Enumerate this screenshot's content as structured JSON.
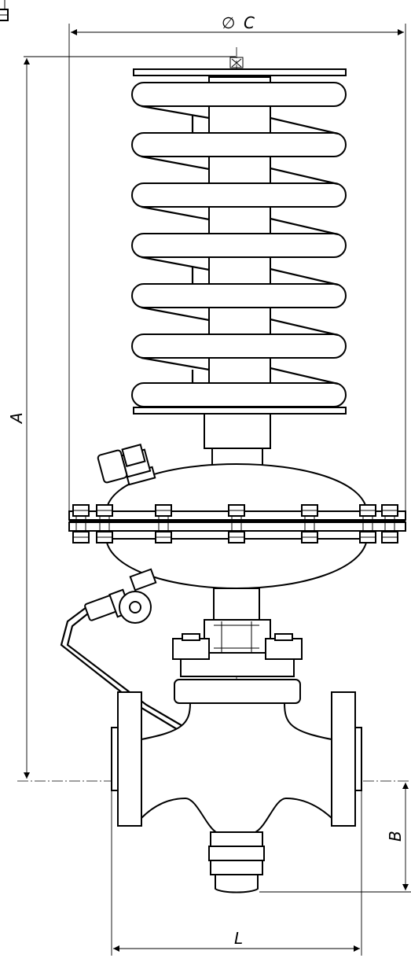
{
  "dimensions": {
    "diameter_symbol": "∅",
    "diameter_label": "C",
    "height_label": "A",
    "bottom_label": "B",
    "length_label": "L"
  },
  "colors": {
    "line": "#000000",
    "background": "#ffffff"
  }
}
